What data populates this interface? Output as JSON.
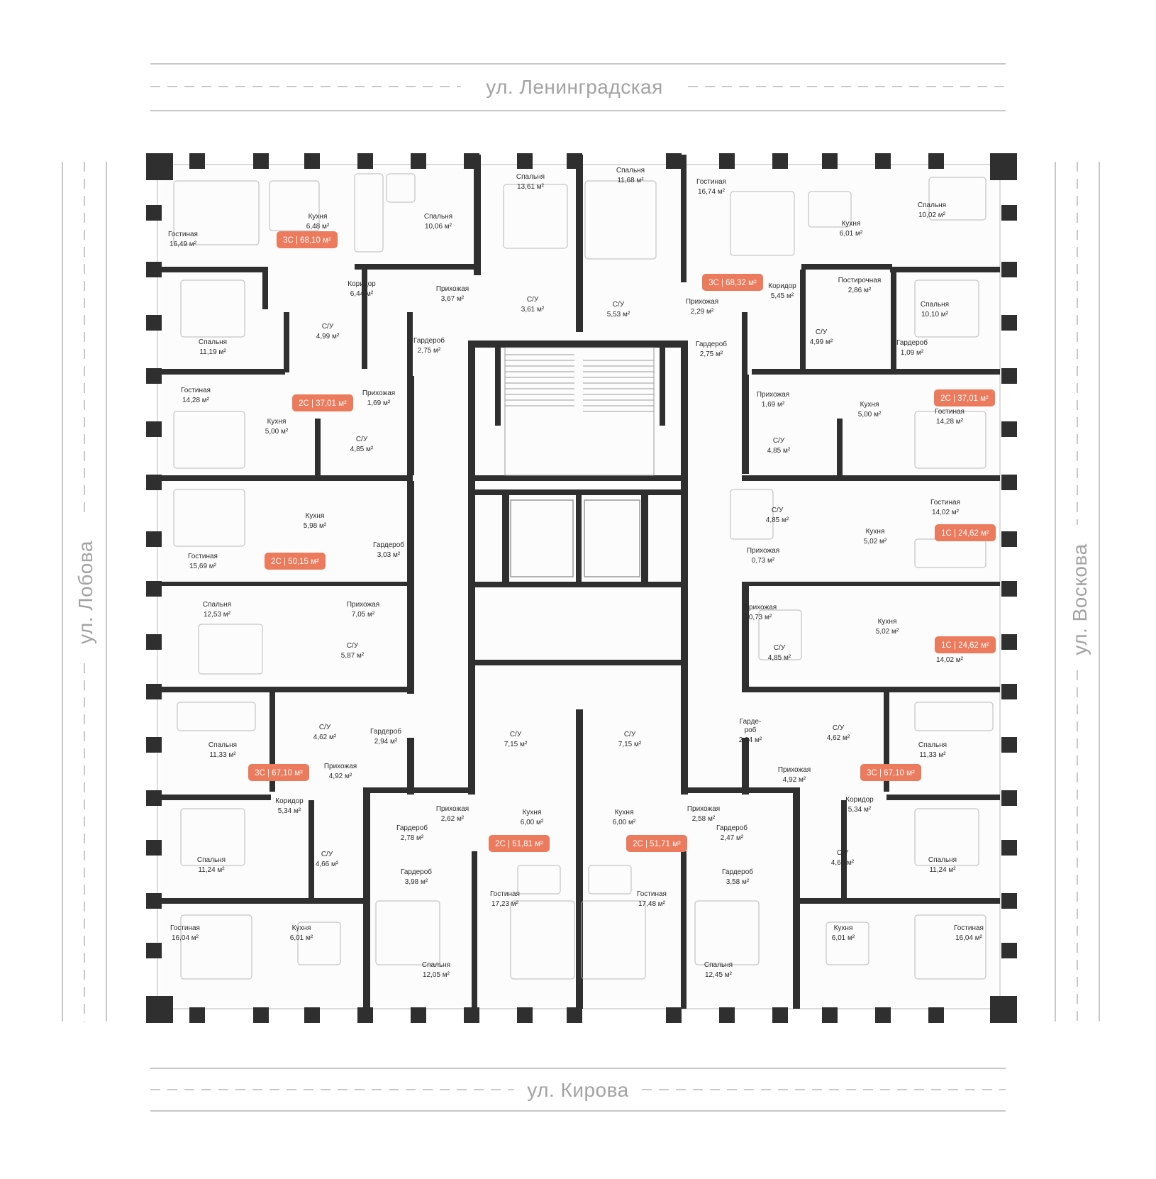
{
  "colors": {
    "wall": "#2f2f2f",
    "accent": "#ec7a5c",
    "street_text": "#a3a3a3",
    "street_line": "#c8c8c8"
  },
  "streets": {
    "north": "ул. Ленинградская",
    "south": "ул. Кирова",
    "west": "ул. Лобова",
    "east": "ул. Воскова"
  },
  "apartments": [
    {
      "id": "a1",
      "badge": "3С | 68,10 м²"
    },
    {
      "id": "a2",
      "badge": "3С | 68,32 м²"
    },
    {
      "id": "a3",
      "badge": "2С | 37,01 м²"
    },
    {
      "id": "a4",
      "badge": "2С | 37,01 м²"
    },
    {
      "id": "a5",
      "badge": "2С | 50,15 м²"
    },
    {
      "id": "a6",
      "badge": "1С | 24,62 м²"
    },
    {
      "id": "a7",
      "badge": "1С | 24,62 м²"
    },
    {
      "id": "a8",
      "badge": "3С | 67,10 м²"
    },
    {
      "id": "a9",
      "badge": "3С | 67,10 м²"
    },
    {
      "id": "a10",
      "badge": "2С | 51,81 м²"
    },
    {
      "id": "a11",
      "badge": "2С | 51,71 м²"
    }
  ],
  "rooms": [
    {
      "name": "Гостиная",
      "area": "16,49 м²"
    },
    {
      "name": "Кухня",
      "area": "6,48 м²"
    },
    {
      "name": "Спальня",
      "area": "10,06 м²"
    },
    {
      "name": "Спальня",
      "area": "13,61 м²"
    },
    {
      "name": "Спальня",
      "area": "11,68 м²"
    },
    {
      "name": "Гостиная",
      "area": "16,74 м²"
    },
    {
      "name": "Кухня",
      "area": "6,01 м²"
    },
    {
      "name": "Спальня",
      "area": "10,02 м²"
    },
    {
      "name": "Коридор",
      "area": "6,44 м²"
    },
    {
      "name": "Прихожая",
      "area": "3,67 м²"
    },
    {
      "name": "С/У",
      "area": "3,61 м²"
    },
    {
      "name": "С/У",
      "area": "5,53 м²"
    },
    {
      "name": "Коридор",
      "area": "5,45 м²"
    },
    {
      "name": "Постирочная",
      "area": "2,86 м²"
    },
    {
      "name": "Спальня",
      "area": "11,19 м²"
    },
    {
      "name": "С/У",
      "area": "4,99 м²"
    },
    {
      "name": "Гардероб",
      "area": "2,75 м²"
    },
    {
      "name": "Прихожая",
      "area": "2,29 м²"
    },
    {
      "name": "Гардероб",
      "area": "2,75 м²"
    },
    {
      "name": "С/У",
      "area": "4,99 м²"
    },
    {
      "name": "Спальня",
      "area": "10,10 м²"
    },
    {
      "name": "Гардероб",
      "area": "1,09 м²"
    },
    {
      "name": "Гостиная",
      "area": "14,28 м²"
    },
    {
      "name": "Прихожая",
      "area": "1,69 м²"
    },
    {
      "name": "Кухня",
      "area": "5,00 м²"
    },
    {
      "name": "С/У",
      "area": "4,85 м²"
    },
    {
      "name": "Прихожая",
      "area": "1,69 м²"
    },
    {
      "name": "Кухня",
      "area": "5,00 м²"
    },
    {
      "name": "Гостиная",
      "area": "14,28 м²"
    },
    {
      "name": "С/У",
      "area": "4,85 м²"
    },
    {
      "name": "Кухня",
      "area": "5,98 м²"
    },
    {
      "name": "Гостиная",
      "area": "15,69 м²"
    },
    {
      "name": "Гардероб",
      "area": "3,03 м²"
    },
    {
      "name": "С/У",
      "area": "4,85 м²"
    },
    {
      "name": "Гостиная",
      "area": "14,02 м²"
    },
    {
      "name": "Прихожая",
      "area": "0,73 м²"
    },
    {
      "name": "Кухня",
      "area": "5,02 м²"
    },
    {
      "name": "Спальня",
      "area": "12,53 м²"
    },
    {
      "name": "Прихожая",
      "area": "7,05 м²"
    },
    {
      "name": "С/У",
      "area": "5,87 м²"
    },
    {
      "name": "Прихожая",
      "area": "0,73 м²"
    },
    {
      "name": "Кухня",
      "area": "5,02 м²"
    },
    {
      "name": "С/У",
      "area": "4,85 м²"
    },
    {
      "name": "Гостиная",
      "area": "14,02 м²"
    },
    {
      "name": "С/У",
      "area": "4,62 м²"
    },
    {
      "name": "Гардероб",
      "area": "2,94 м²"
    },
    {
      "name": "Спальня",
      "area": "11,33 м²"
    },
    {
      "name": "Прихожая",
      "area": "4,92 м²"
    },
    {
      "name": "С/У",
      "area": "7,15 м²"
    },
    {
      "name": "С/У",
      "area": "7,15 м²"
    },
    {
      "name": "Гарде-\nроб",
      "area": "2,94 м²"
    },
    {
      "name": "С/У",
      "area": "4,62 м²"
    },
    {
      "name": "Спальня",
      "area": "11,33 м²"
    },
    {
      "name": "Прихожая",
      "area": "4,92 м²"
    },
    {
      "name": "Коридор",
      "area": "5,34 м²"
    },
    {
      "name": "Прихожая",
      "area": "2,62 м²"
    },
    {
      "name": "Кухня",
      "area": "6,00 м²"
    },
    {
      "name": "Кухня",
      "area": "6,00 м²"
    },
    {
      "name": "Прихожая",
      "area": "2,58 м²"
    },
    {
      "name": "Коридор",
      "area": "5,34 м²"
    },
    {
      "name": "Гардероб",
      "area": "2,78 м²"
    },
    {
      "name": "Гардероб",
      "area": "2,47 м²"
    },
    {
      "name": "Спальня",
      "area": "11,24 м²"
    },
    {
      "name": "С/У",
      "area": "4,66 м²"
    },
    {
      "name": "Гардероб",
      "area": "3,98 м²"
    },
    {
      "name": "Гардероб",
      "area": "3,58 м²"
    },
    {
      "name": "С/У",
      "area": "4,66 м²"
    },
    {
      "name": "Спальня",
      "area": "11,24 м²"
    },
    {
      "name": "Гостиная",
      "area": "17,23 м²"
    },
    {
      "name": "Гостиная",
      "area": "17,48 м²"
    },
    {
      "name": "Гостиная",
      "area": "16,04 м²"
    },
    {
      "name": "Кухня",
      "area": "6,01 м²"
    },
    {
      "name": "Спальня",
      "area": "12,05 м²"
    },
    {
      "name": "Спальня",
      "area": "12,45 м²"
    },
    {
      "name": "Кухня",
      "area": "6,01 м²"
    },
    {
      "name": "Гостиная",
      "area": "16,04 м²"
    }
  ]
}
